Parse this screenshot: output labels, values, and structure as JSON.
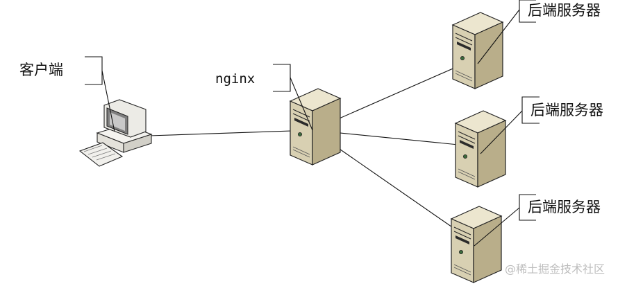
{
  "client": {
    "label": "客户端"
  },
  "proxy": {
    "label": "nginx"
  },
  "backends": [
    {
      "label": "后端服务器"
    },
    {
      "label": "后端服务器"
    },
    {
      "label": "后端服务器"
    }
  ],
  "watermark": "@稀土掘金技术社区",
  "colors": {
    "server_front": "#d8d0b2",
    "server_side": "#b9ae8a",
    "server_top": "#ece6cf",
    "pc_body": "#ecebe6",
    "pc_screen": "#7f7f7f",
    "line": "#111111"
  }
}
